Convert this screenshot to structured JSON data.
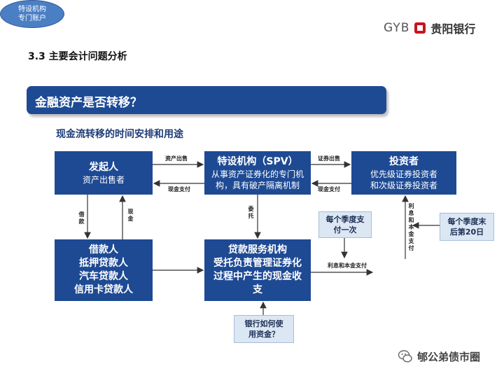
{
  "header": {
    "logo_latin": "GYB",
    "logo_cn": "贵阳银行",
    "section_title": "3.3 主要会计问题分析"
  },
  "banner": {
    "text": "金融资产是否转移？"
  },
  "subtitle": "现金流转移的时间安排和用途",
  "boxes": {
    "originator": {
      "title": "发起人",
      "subtitle": "资产出售者"
    },
    "spv": {
      "title": "特设机构（SPV）",
      "line1": "从事资产证券化的专门机",
      "line2": "构，具有破产隔离机制"
    },
    "investors": {
      "title": "投资者",
      "line1": "优先级证券投资者",
      "line2": "和次级证券投资者"
    },
    "borrowers": {
      "lines": [
        "借款人",
        "抵押贷款人",
        "汽车贷款人",
        "信用卡贷款人"
      ]
    },
    "servicer": {
      "lines": [
        "贷款服务机构",
        "受托负责管理证券化",
        "过程中产生的现金收",
        "支"
      ]
    }
  },
  "labels": {
    "asset_sale": "资产出售",
    "cash_pay_1": "现金支付",
    "securities_sale": "证券出售",
    "cash_pay_2": "现金支付",
    "loan": "借款",
    "cash": "现金",
    "entrust": "委托",
    "interest_principal_h": "利息和本金支付",
    "interest_principal_v": "利息和本金支付"
  },
  "notes": {
    "quarterly": [
      "每个季度支",
      "付一次"
    ],
    "quarter_end": [
      "每个季度末",
      "后第20日"
    ],
    "bank": [
      "银行如何使",
      "用资金？"
    ]
  },
  "account": [
    "特设机构",
    "专门账户"
  ],
  "watermark": "郇公弟债市圈",
  "colors": {
    "box_blue": "#1e4a94",
    "note_bg": "#dce7f4",
    "logo_red": "#c8161d"
  }
}
